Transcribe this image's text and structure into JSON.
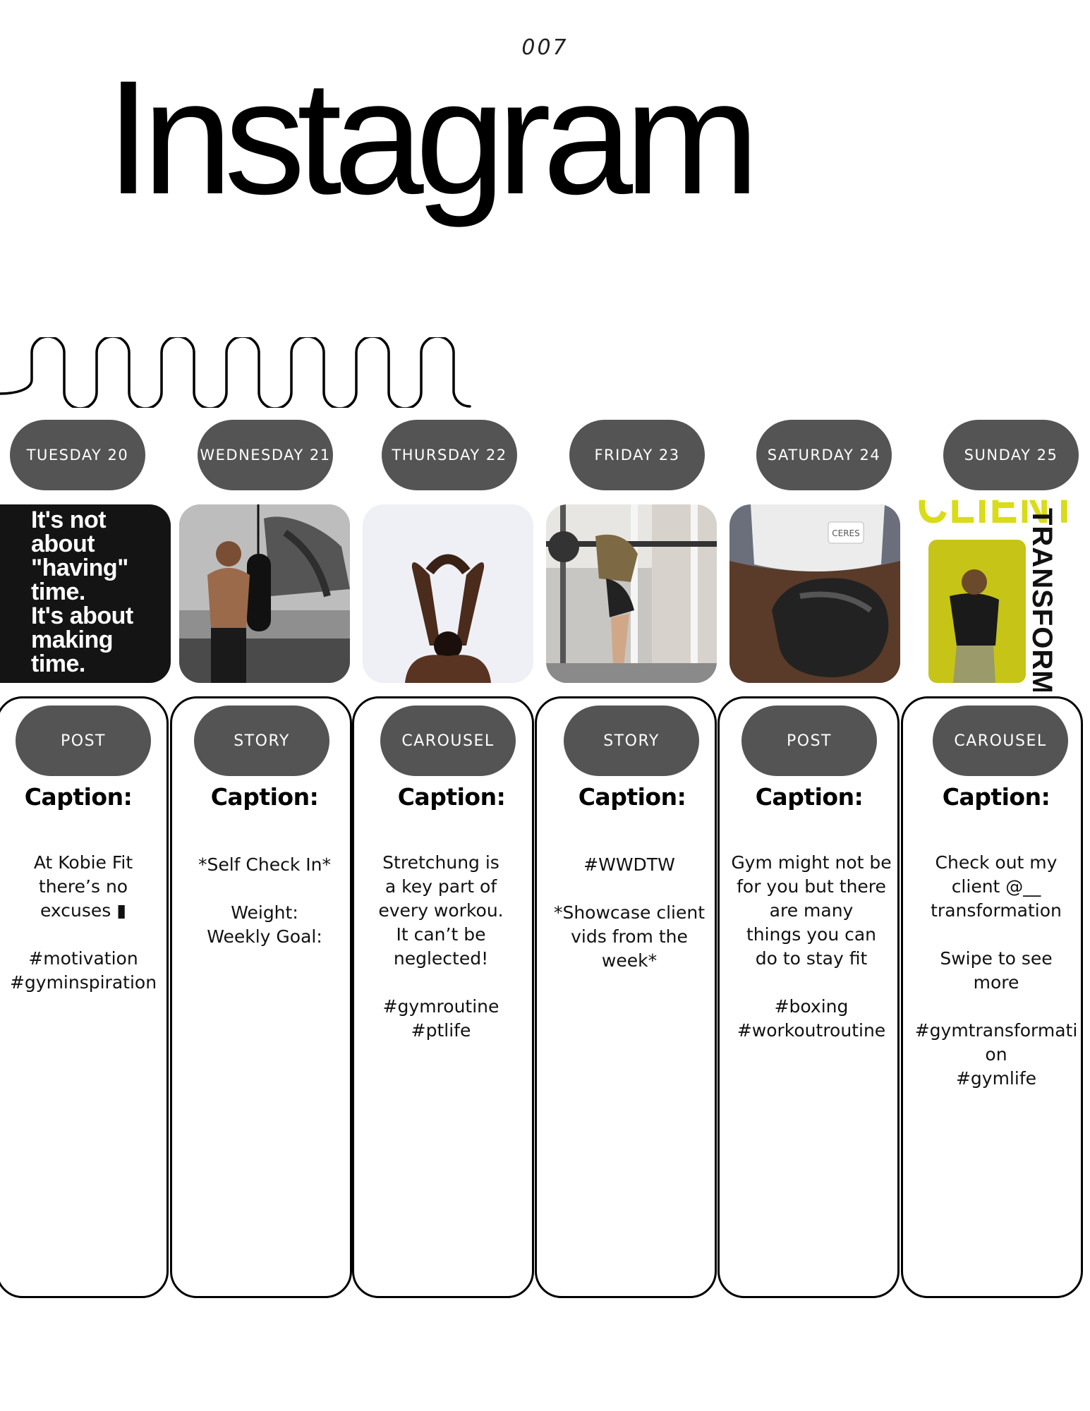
{
  "page_number": "007",
  "title": "Instagram",
  "days": [
    {
      "label": "TUESDAY 20",
      "type": "POST",
      "caption_label": "Caption:",
      "caption": "At Kobie Fit\nthere’s no\nexcuses ▮\n\n#motivation\n#gyminspiration"
    },
    {
      "label": "WEDNESDAY 21",
      "type": "STORY",
      "caption_label": "Caption:",
      "caption": "*Self Check In*\n\nWeight:\nWeekly Goal:"
    },
    {
      "label": "THURSDAY 22",
      "type": "CAROUSEL",
      "caption_label": "Caption:",
      "caption": "Stretchung is\na key part of\nevery workou.\nIt can’t be\nneglected!\n\n#gymroutine\n#ptlife"
    },
    {
      "label": "FRIDAY 23",
      "type": "STORY",
      "caption_label": "Caption:",
      "caption": "#WWDTW\n\n*Showcase client\nvids from the\nweek*"
    },
    {
      "label": "SATURDAY 24",
      "type": "POST",
      "caption_label": "Caption:",
      "caption": "Gym might not be\nfor you but there\nare many\nthings you can\ndo to stay fit\n\n#boxing\n#workoutroutine"
    },
    {
      "label": "SUNDAY 25",
      "type": "CAROUSEL",
      "caption_label": "Caption:",
      "caption": "Check out my\nclient @__\ntransformation\n\nSwipe to see\nmore\n\n#gymtransformati\non\n#gymlife"
    }
  ],
  "thumbnails": {
    "quote_text": "It's not\nabout\n\"having\"\ntime.\nIt's about\nmaking\ntime.",
    "brand_tag": "CERES",
    "yellow_word": "CLIENT",
    "vertical_word": "TRANSFORMATION"
  },
  "colors": {
    "pill": "#545454",
    "accent_yellow": "#d9dc18"
  }
}
